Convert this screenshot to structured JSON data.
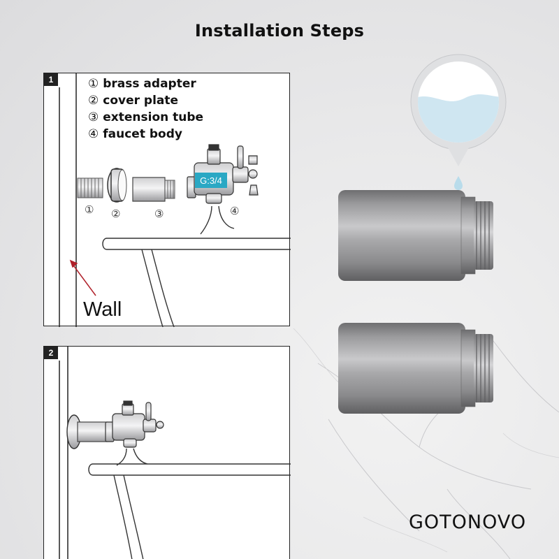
{
  "header": {
    "title": "Installation Steps"
  },
  "step1": {
    "badge": "1",
    "legend": [
      {
        "num": "①",
        "label": "brass adapter"
      },
      {
        "num": "②",
        "label": "cover plate"
      },
      {
        "num": "③",
        "label": "extension tube"
      },
      {
        "num": "④",
        "label": "faucet body"
      }
    ],
    "callouts": [
      "①",
      "②",
      "③",
      "④"
    ],
    "thread_tag": "G:3/4",
    "wall_label": "Wall"
  },
  "step2": {
    "badge": "2"
  },
  "brand": {
    "logo_text": "GOTONOVO"
  },
  "colors": {
    "accent": "#2aa8c4",
    "metal": "#8b8b8d",
    "line": "#222222"
  }
}
